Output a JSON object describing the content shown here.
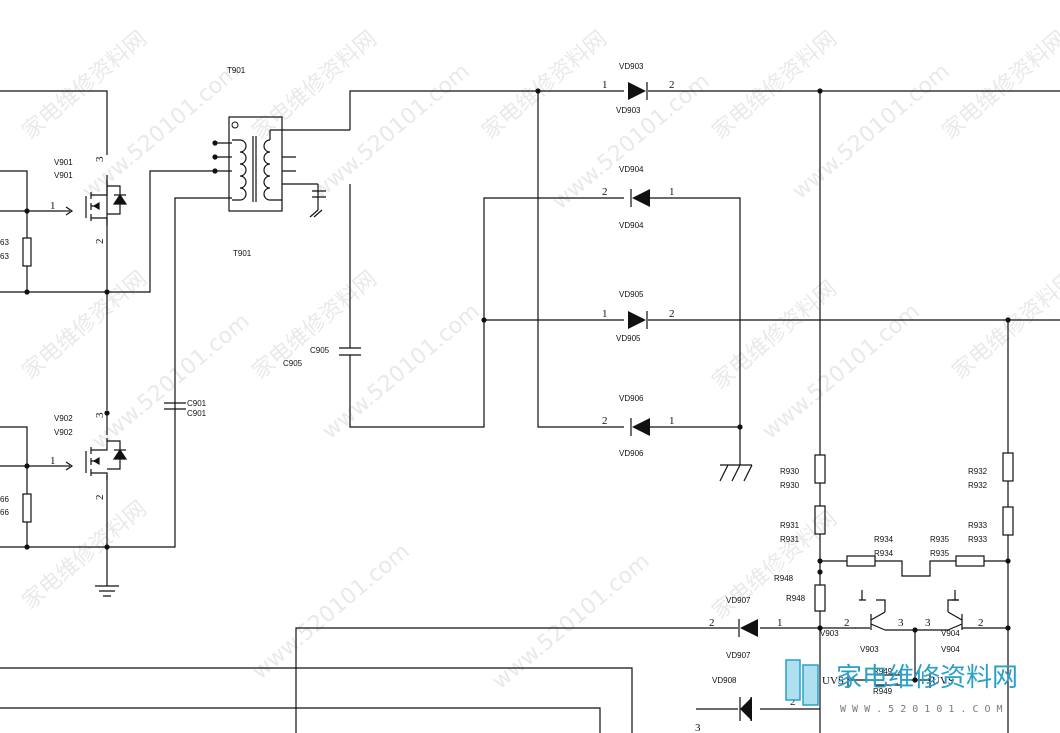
{
  "transformer": {
    "ref_top": "T901",
    "ref_bottom": "T901"
  },
  "mosfets": [
    {
      "ref_a": "V901",
      "ref_b": "V901",
      "pin_gate": "1",
      "pin_drain": "3",
      "pin_source": "2"
    },
    {
      "ref_a": "V902",
      "ref_b": "V902",
      "pin_gate": "1",
      "pin_drain": "3",
      "pin_source": "2"
    }
  ],
  "left_resistors": [
    {
      "ref_a": "63",
      "ref_b": "63"
    },
    {
      "ref_a": "66",
      "ref_b": "66"
    }
  ],
  "capacitors": [
    {
      "ref_a": "C901",
      "ref_b": "C901"
    },
    {
      "ref_a": "C905",
      "ref_b": "C905"
    }
  ],
  "diodes": [
    {
      "ref_top": "VD903",
      "ref_bottom": "VD903",
      "pin_left": "1",
      "pin_right": "2"
    },
    {
      "ref_top": "VD904",
      "ref_bottom": "VD904",
      "pin_left": "2",
      "pin_right": "1"
    },
    {
      "ref_top": "VD905",
      "ref_bottom": "VD905",
      "pin_left": "1",
      "pin_right": "2"
    },
    {
      "ref_top": "VD906",
      "ref_bottom": "VD906",
      "pin_left": "2",
      "pin_right": "1"
    },
    {
      "ref_top": "VD907",
      "ref_bottom": "VD907",
      "pin_left": "2",
      "pin_right": "1"
    },
    {
      "ref_top": "VD908",
      "pin_left": "2",
      "pin_right": "3"
    }
  ],
  "resistors": [
    {
      "ref_a": "R930",
      "ref_b": "R930"
    },
    {
      "ref_a": "R931",
      "ref_b": "R931"
    },
    {
      "ref_a": "R932",
      "ref_b": "R932"
    },
    {
      "ref_a": "R933",
      "ref_b": "R933"
    },
    {
      "ref_a": "R934",
      "ref_b": "R934"
    },
    {
      "ref_a": "R935",
      "ref_b": "R935"
    },
    {
      "ref_a": "R948",
      "ref_b": "R948"
    },
    {
      "ref_a": "R949",
      "ref_b": "R949"
    }
  ],
  "transistors": [
    {
      "ref_a": "V903",
      "ref_b": "V903",
      "pin_left": "2",
      "pin_right": "3"
    },
    {
      "ref_a": "V904",
      "ref_b": "V904",
      "pin_left": "3",
      "pin_right": "2"
    }
  ],
  "uvs_labels": {
    "left": "UVS",
    "right": "UVS"
  },
  "watermark": {
    "text": "www.520101.com",
    "text_cn": "家电维修资料网"
  },
  "logo": {
    "text": "家电维修资料网",
    "sub": "W W W . 5 2 0 1 0 1 . C O M"
  }
}
